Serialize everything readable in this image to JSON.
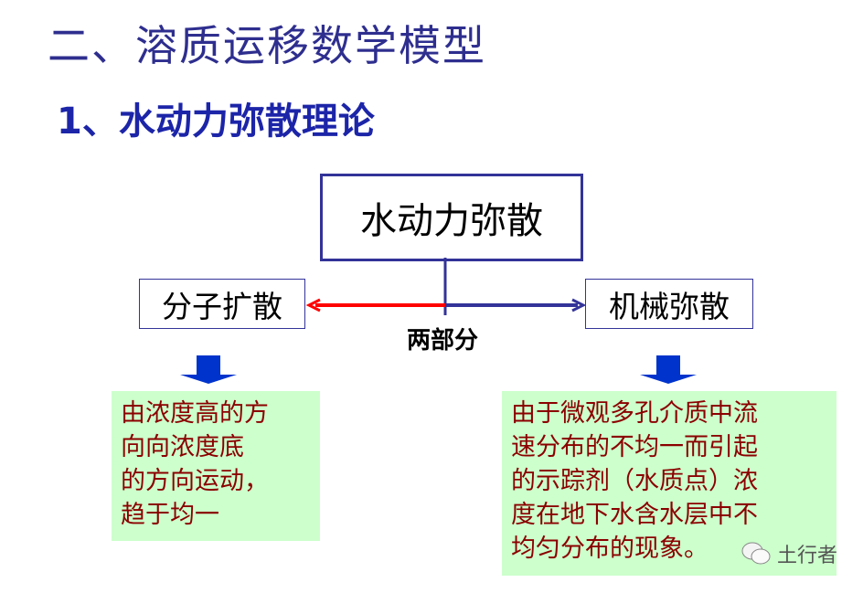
{
  "title": "二、溶质运移数学模型",
  "subtitle": "1、水动力弥散理论",
  "diagram": {
    "root": "水动力弥散",
    "left": "分子扩散",
    "right": "机械弥散",
    "connector_label": "两部分",
    "left_description": [
      "由浓度高的方",
      "向向浓度底",
      "的方向运动，",
      "趋于均一"
    ],
    "right_description": [
      "由于微观多孔介质中流",
      "速分布的不均一而引起",
      "的示踪剂（水质点）浓",
      "度在地下水含水层中不",
      "均匀分布的现象。"
    ]
  },
  "watermark": {
    "icon": "wechat-icon",
    "text": "土行者"
  },
  "colors": {
    "title": "#2e2e8f",
    "subtitle": "#1c25a8",
    "box_border": "#333399",
    "left_arrow": "#ff0000",
    "down_arrow": "#0033cc",
    "green_bg": "#ccffcc",
    "desc_text": "#8b0000"
  }
}
